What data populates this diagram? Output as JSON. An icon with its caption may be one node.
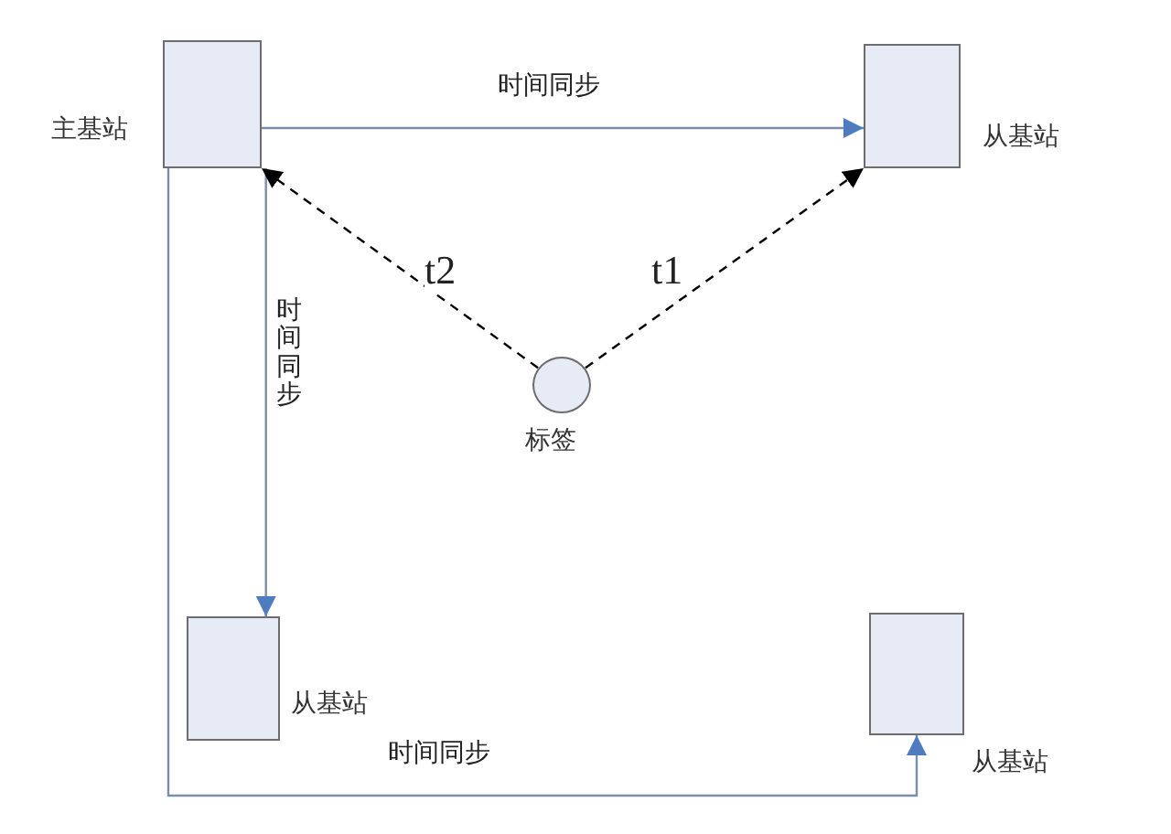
{
  "diagram": {
    "nodes": [
      {
        "text": [],
        "shape": "box",
        "beside": [
          "主基站"
        ]
      },
      {
        "text": [],
        "shape": "box",
        "beside": [
          "从基站"
        ]
      },
      {
        "text": [],
        "shape": "circle",
        "beside": [
          "标签"
        ]
      },
      {
        "text": [],
        "shape": "box",
        "beside": [
          "从基站"
        ]
      },
      {
        "text": [],
        "shape": "box",
        "beside": [
          "从基站"
        ]
      }
    ],
    "edges": [
      {
        "from": 0,
        "to": 1,
        "arrow": "to",
        "label": "时间同步"
      },
      {
        "from": 0,
        "to": 3,
        "arrow": "to",
        "label": "时间同步"
      },
      {
        "from": 0,
        "to": 4,
        "arrow": "to",
        "label": "时间同步"
      },
      {
        "from": 2,
        "to": 0,
        "arrow": "to",
        "label": "t2",
        "style": "dashed",
        "color": "#000000"
      },
      {
        "from": 2,
        "to": 1,
        "arrow": "to",
        "label": "t1",
        "style": "dashed",
        "color": "#000000"
      }
    ]
  }
}
